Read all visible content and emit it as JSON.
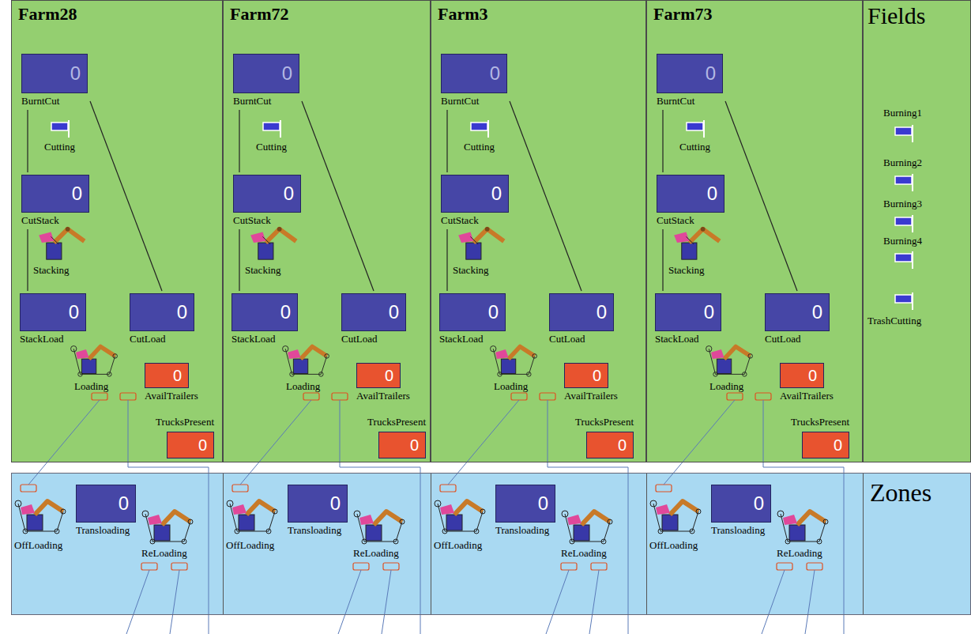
{
  "diagram": {
    "nodes": [
      {
        "text": [
          "Farm28"
        ]
      },
      {
        "text": [
          "0",
          "BurntCut"
        ],
        "in": 0
      },
      {
        "text": [
          "0",
          "CutStack"
        ],
        "in": 0
      },
      {
        "text": [
          "0",
          "StackLoad"
        ],
        "in": 0
      },
      {
        "text": [
          "0",
          "CutLoad"
        ],
        "in": 0
      },
      {
        "text": [
          "0",
          "AvailTrailers"
        ],
        "in": 0
      },
      {
        "text": [
          "TrucksPresent",
          "0"
        ],
        "in": 0
      },
      {
        "text": [
          "Farm72"
        ]
      },
      {
        "text": [
          "0",
          "BurntCut"
        ],
        "in": 7
      },
      {
        "text": [
          "0",
          "CutStack"
        ],
        "in": 7
      },
      {
        "text": [
          "0",
          "StackLoad"
        ],
        "in": 7
      },
      {
        "text": [
          "0",
          "CutLoad"
        ],
        "in": 7
      },
      {
        "text": [
          "0",
          "AvailTrailers"
        ],
        "in": 7
      },
      {
        "text": [
          "TrucksPresent",
          "0"
        ],
        "in": 7
      },
      {
        "text": [
          "Farm3"
        ]
      },
      {
        "text": [
          "0",
          "BurntCut"
        ],
        "in": 14
      },
      {
        "text": [
          "0",
          "CutStack"
        ],
        "in": 14
      },
      {
        "text": [
          "0",
          "StackLoad"
        ],
        "in": 14
      },
      {
        "text": [
          "0",
          "CutLoad"
        ],
        "in": 14
      },
      {
        "text": [
          "0",
          "AvailTrailers"
        ],
        "in": 14
      },
      {
        "text": [
          "TrucksPresent",
          "0"
        ],
        "in": 14
      },
      {
        "text": [
          "Farm73"
        ]
      },
      {
        "text": [
          "0",
          "BurntCut"
        ],
        "in": 21
      },
      {
        "text": [
          "0",
          "CutStack"
        ],
        "in": 21
      },
      {
        "text": [
          "0",
          "StackLoad"
        ],
        "in": 21
      },
      {
        "text": [
          "0",
          "CutLoad"
        ],
        "in": 21
      },
      {
        "text": [
          "0",
          "AvailTrailers"
        ],
        "in": 21
      },
      {
        "text": [
          "TrucksPresent",
          "0"
        ],
        "in": 21
      },
      {
        "text": [
          "Fields"
        ]
      },
      {
        "text": [
          "Zones"
        ]
      },
      {
        "text": [
          "0",
          "Transloading"
        ],
        "in": 29
      },
      {
        "text": [
          "0",
          "Transloading"
        ],
        "in": 29
      },
      {
        "text": [
          "0",
          "Transloading"
        ],
        "in": 29
      },
      {
        "text": [
          "0",
          "Transloading"
        ],
        "in": 29
      }
    ],
    "edges": [
      {
        "from": 1,
        "to": 2,
        "arrow": "none"
      },
      {
        "from": 2,
        "to": 3,
        "arrow": "none"
      },
      {
        "from": 1,
        "to": 4,
        "arrow": "none"
      },
      {
        "from": 8,
        "to": 9,
        "arrow": "none"
      },
      {
        "from": 9,
        "to": 10,
        "arrow": "none"
      },
      {
        "from": 8,
        "to": 11,
        "arrow": "none"
      },
      {
        "from": 15,
        "to": 16,
        "arrow": "none"
      },
      {
        "from": 16,
        "to": 17,
        "arrow": "none"
      },
      {
        "from": 15,
        "to": 18,
        "arrow": "none"
      },
      {
        "from": 22,
        "to": 23,
        "arrow": "none"
      },
      {
        "from": 23,
        "to": 24,
        "arrow": "none"
      },
      {
        "from": 22,
        "to": 25,
        "arrow": "none"
      }
    ],
    "labels": [
      "Cutting",
      "Stacking",
      "Loading",
      "Cutting",
      "Stacking",
      "Loading",
      "Cutting",
      "Stacking",
      "Loading",
      "Cutting",
      "Stacking",
      "Loading",
      "Burning1",
      "Burning2",
      "Burning3",
      "Burning4",
      "TrashCutting",
      "OffLoading",
      "ReLoading",
      "OffLoading",
      "ReLoading",
      "OffLoading",
      "ReLoading",
      "OffLoading",
      "ReLoading"
    ]
  }
}
